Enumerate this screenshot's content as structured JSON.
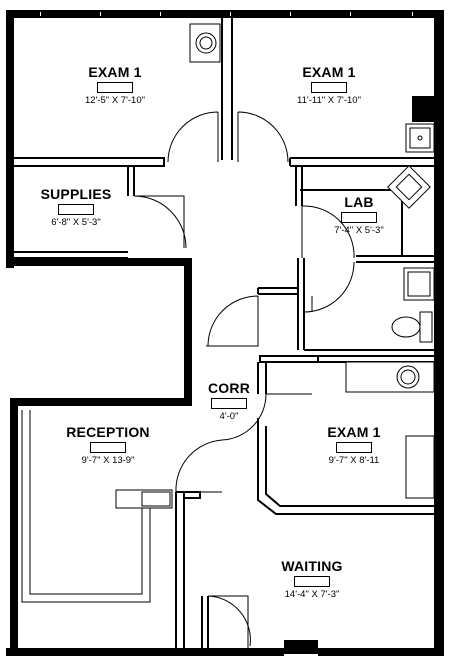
{
  "rooms": [
    {
      "name": "EXAM 1",
      "dims": "12'-5\" X 7'-10\""
    },
    {
      "name": "EXAM 1",
      "dims": "11'-11\" X 7'-10\""
    },
    {
      "name": "SUPPLIES",
      "dims": "6'-8\" X 5'-3\""
    },
    {
      "name": "LAB",
      "dims": "7'-4\" X 5'-3\""
    },
    {
      "name": "CORR",
      "dims": "4'-0\""
    },
    {
      "name": "RECEPTION",
      "dims": "9'-7\" X 13-9\""
    },
    {
      "name": "EXAM 1",
      "dims": "9'-7\" X 8'-11"
    },
    {
      "name": "WAITING",
      "dims": "14'-4\" X 7'-3\""
    }
  ],
  "colors": {
    "wall": "#000000",
    "fixture": "#e6e6e6",
    "background": "#ffffff"
  }
}
